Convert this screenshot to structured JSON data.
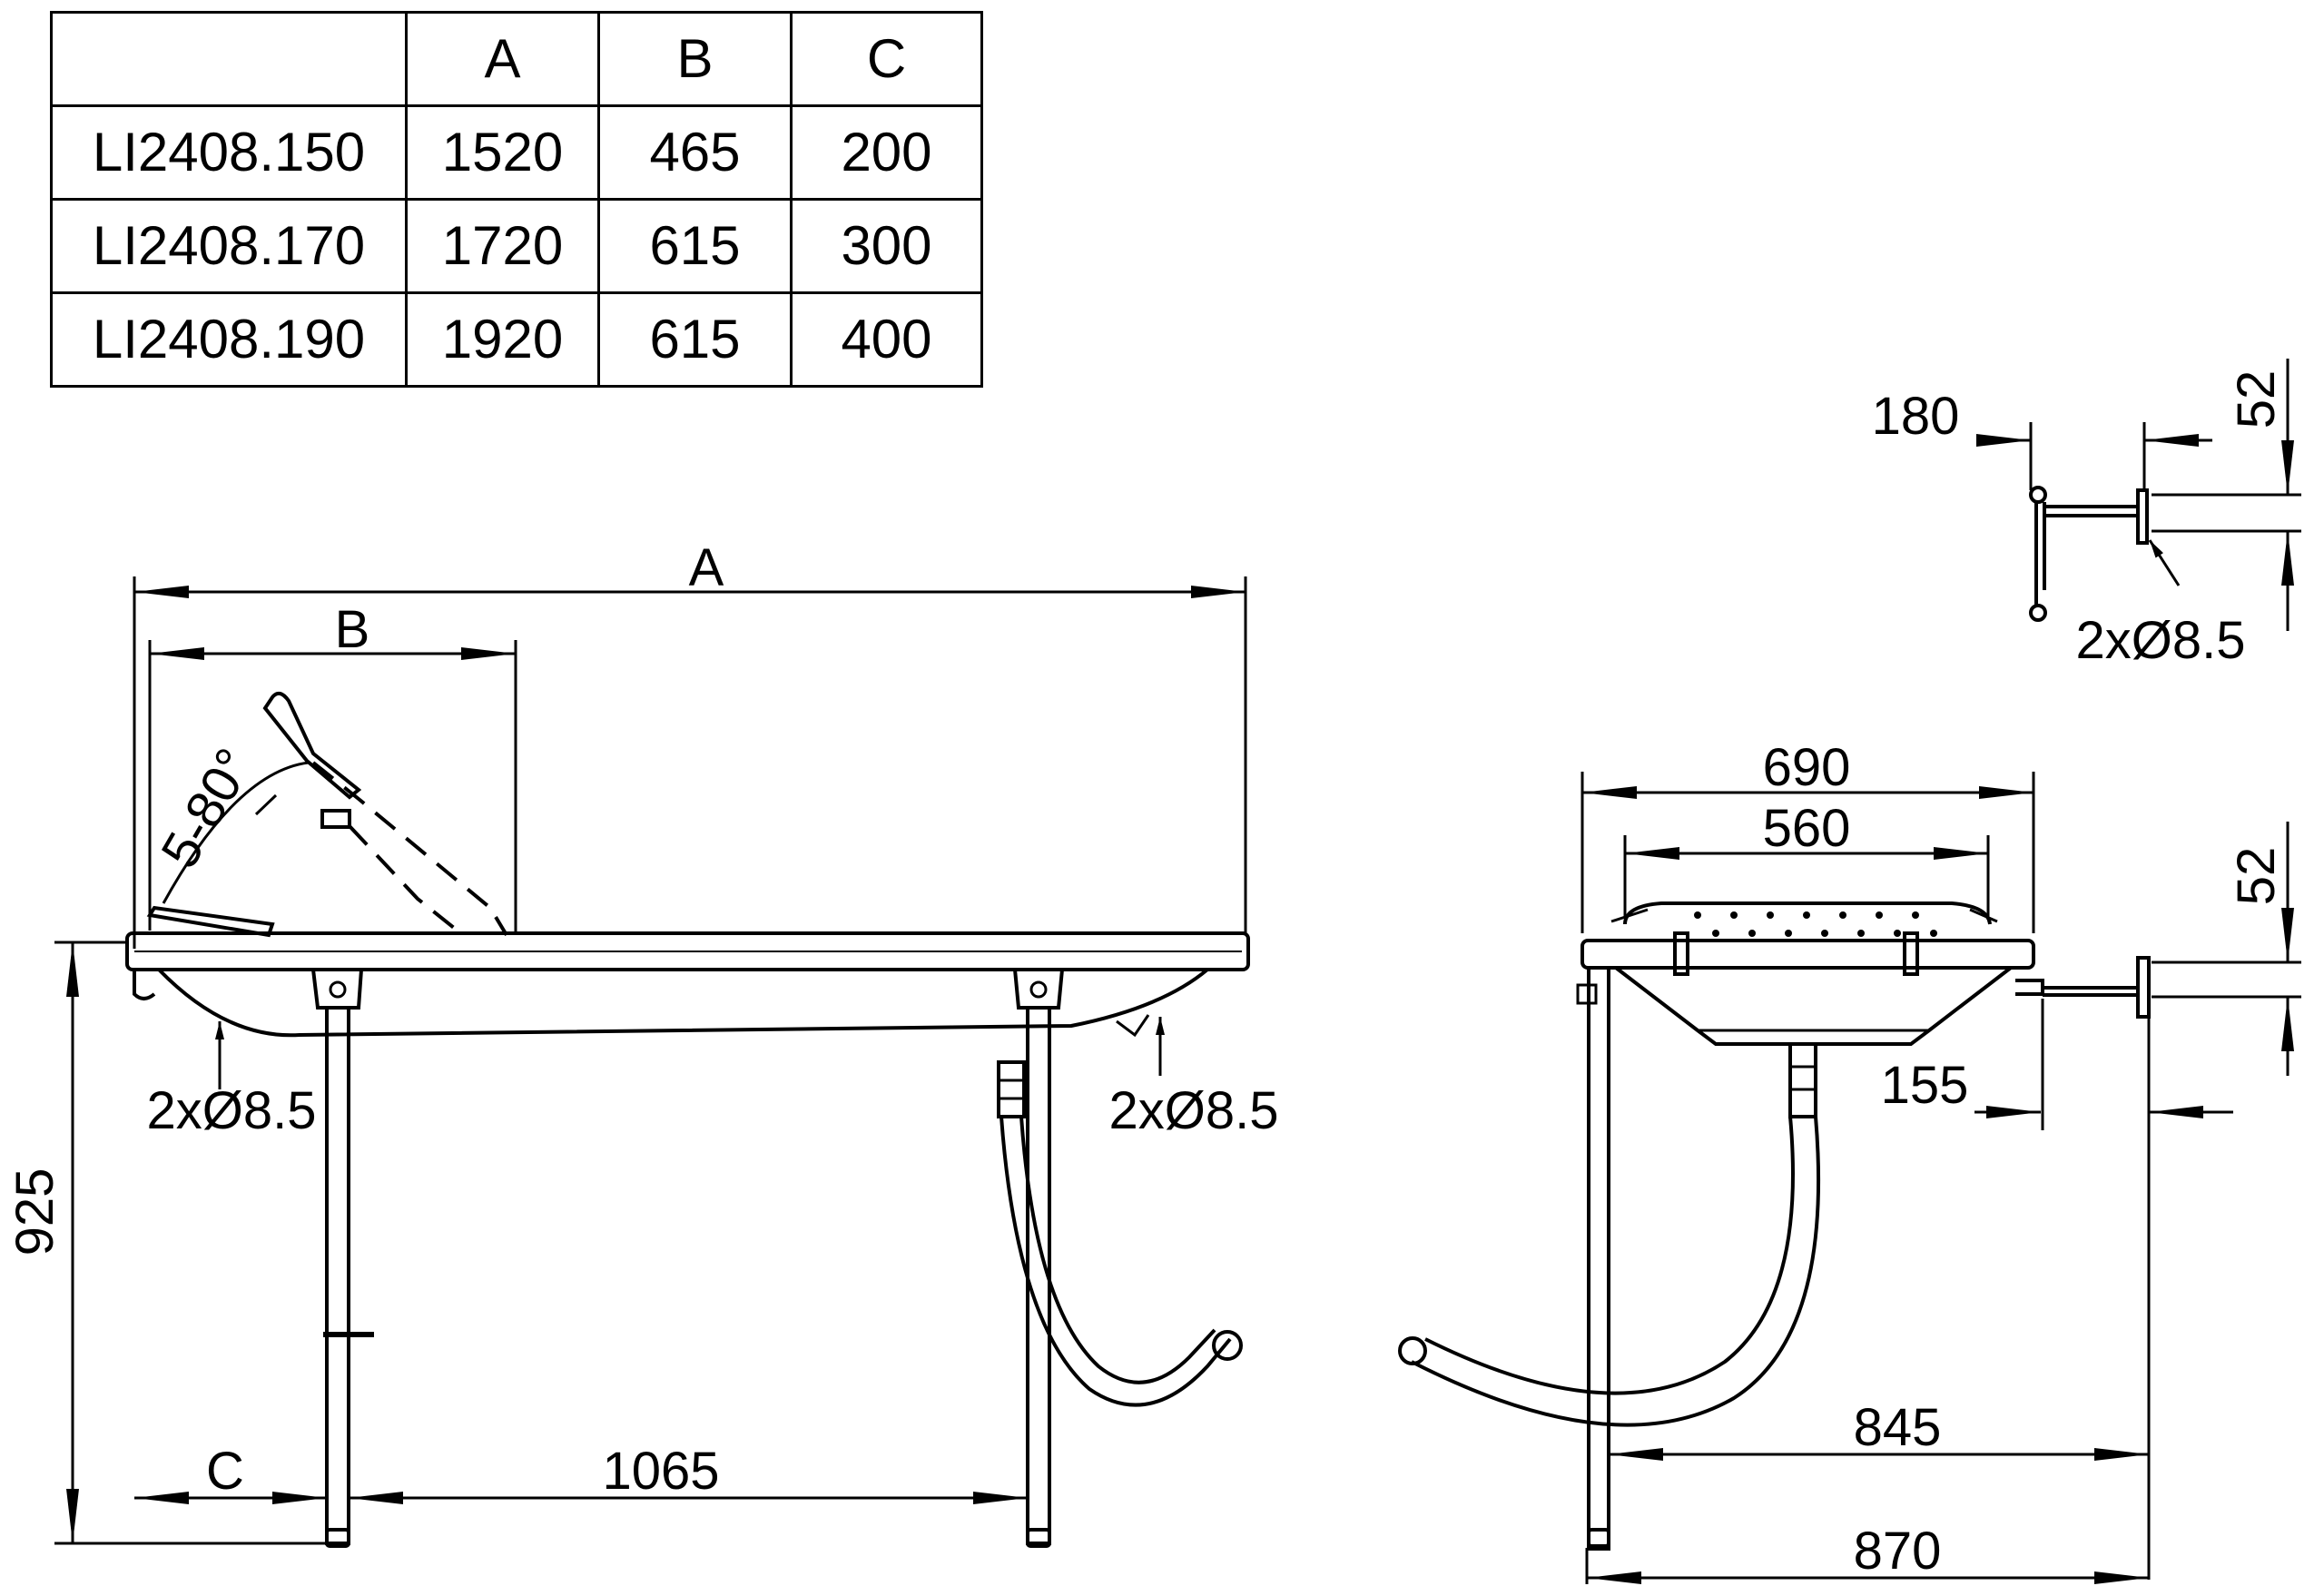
{
  "table": {
    "headers": [
      "",
      "A",
      "B",
      "C"
    ],
    "rows": [
      [
        "LI2408.150",
        "1520",
        "465",
        "200"
      ],
      [
        "LI2408.170",
        "1720",
        "615",
        "300"
      ],
      [
        "LI2408.190",
        "1920",
        "615",
        "400"
      ]
    ]
  },
  "side_view": {
    "dim_a": "A",
    "dim_b": "B",
    "angle": "5-80°",
    "hole_left": "2xØ8.5",
    "hole_right": "2xØ8.5",
    "height": "925",
    "dim_c": "C",
    "leg_spacing": "1065"
  },
  "end_view": {
    "width_outer": "690",
    "width_inner": "560",
    "depth_top": "52",
    "bracket_offset": "155",
    "depth_845": "845",
    "depth_870": "870"
  },
  "bracket_detail": {
    "width": "180",
    "height": "52",
    "holes": "2xØ8.5"
  }
}
